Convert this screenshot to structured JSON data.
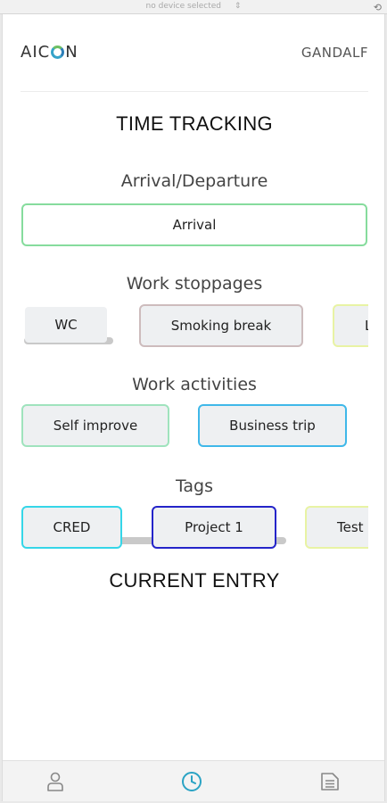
{
  "device_bar": {
    "label": "no device selected",
    "arrow": "⇕"
  },
  "header": {
    "logo_left": "AIC",
    "logo_right": "N",
    "username": "GANDALF"
  },
  "time_tracking": {
    "title": "TIME TRACKING",
    "arrival_departure": {
      "label": "Arrival/Departure",
      "button": "Arrival"
    },
    "work_stoppages": {
      "label": "Work stoppages",
      "items": [
        "WC",
        "Smoking break",
        "L"
      ]
    },
    "work_activities": {
      "label": "Work activities",
      "items": [
        "Self improve",
        "Business trip"
      ]
    },
    "tags": {
      "label": "Tags",
      "items": [
        "CRED",
        "Project 1",
        "Test"
      ]
    }
  },
  "current_entry": {
    "title": "CURRENT ENTRY"
  },
  "tabbar": {
    "items": [
      "user-icon",
      "clock-icon",
      "document-icon"
    ],
    "active": "clock-icon"
  },
  "colors": {
    "arrival_border": "#86dc9d",
    "smoking_border": "#cdbcbd",
    "lunch_border": "#e8f3a4",
    "self_improve_border": "#9fe3bd",
    "business_trip_border": "#3fb8e9",
    "cred_border": "#35d6e8",
    "project1_border": "#2424c9",
    "test_border": "#e8f3a4",
    "active_tab": "#2aa3c4"
  }
}
